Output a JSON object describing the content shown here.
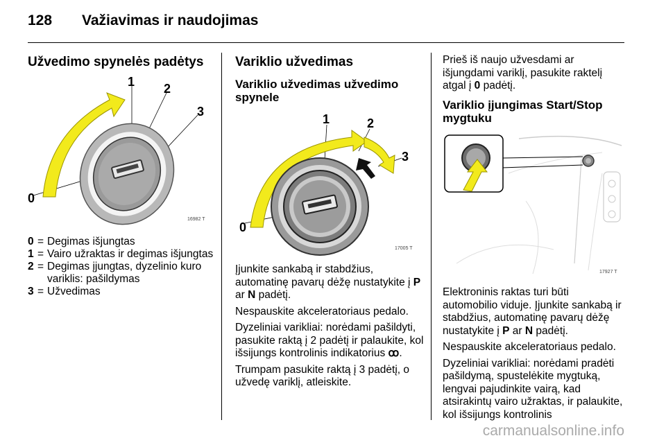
{
  "header": {
    "page_number": "128",
    "chapter_title": "Važiavimas ir naudojimas"
  },
  "col1": {
    "heading": "Užvedimo spynelės padėtys",
    "figure_id": "16982 T",
    "figure_labels": [
      "0",
      "1",
      "2",
      "3"
    ],
    "legend": [
      {
        "key": "0",
        "eq": "=",
        "text": "Degimas išjungtas"
      },
      {
        "key": "1",
        "eq": "=",
        "text": "Vairo užraktas ir degimas išjungtas"
      },
      {
        "key": "2",
        "eq": "=",
        "text": "Degimas įjungtas, dyzelinio kuro variklis: pašildymas"
      },
      {
        "key": "3",
        "eq": "=",
        "text": "Užvedimas"
      }
    ]
  },
  "col2": {
    "heading": "Variklio užvedimas",
    "subheading": "Variklio užvedimas užvedimo spynele",
    "figure_id": "17005 T",
    "figure_labels": [
      "0",
      "1",
      "2",
      "3"
    ],
    "p1_a": "Įjunkite sankabą ir stabdžius, automatinę pavarų dėžę nustatykite į ",
    "p1_b": "P",
    "p1_c": " ar ",
    "p1_d": "N",
    "p1_e": " padėtį.",
    "p2": "Nespauskite akceleratoriaus pedalo.",
    "p3_a": "Dyzeliniai varikliai: norėdami pašildyti, pasukite raktą į 2 padėtį ir palaukite, kol išsijungs kontrolinis indikatorius ",
    "p3_icon": "ꝏ",
    "p3_b": ".",
    "p4": "Trumpam pasukite raktą į 3 padėtį, o užvedę variklį, atleiskite."
  },
  "col3": {
    "p1_a": "Prieš iš naujo užvesdami ar išjungdami variklį, pasukite raktelį atgal į ",
    "p1_b": "0",
    "p1_c": " padėtį.",
    "heading": "Variklio įjungimas Start/Stop mygtuku",
    "figure_id": "17927 T",
    "p2_a": "Elektroninis raktas turi būti automobilio viduje. Įjunkite sankabą ir stabdžius, automatinę pavarų dėžę nustatykite į ",
    "p2_b": "P",
    "p2_c": " ar ",
    "p2_d": "N",
    "p2_e": " padėtį.",
    "p3": "Nespauskite akceleratoriaus pedalo.",
    "p4": "Dyzeliniai varikliai: norėdami pradėti pašildymą, spustelėkite mygtuką, lengvai pajudinkite vairą, kad atsirakintų vairo užraktas, ir palaukite, kol išsijungs kontrolinis"
  },
  "watermark": "carmanualsonline.info",
  "colors": {
    "arrow_yellow": "#f2ea1c",
    "arrow_outline": "#9a9300",
    "text": "#000000",
    "watermark": "#aaaaaa"
  }
}
